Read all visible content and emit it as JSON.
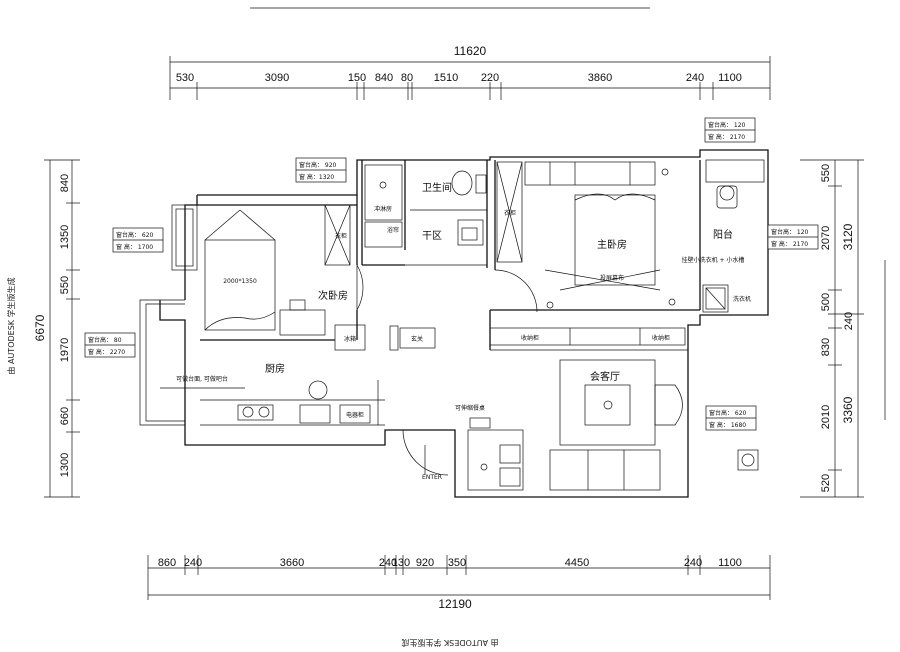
{
  "watermark": {
    "left": "由 AUTODESK 学生版生成",
    "bottom": "由 AUTODESK 学生版生成"
  },
  "top_dims": {
    "total": "11620",
    "segments": [
      "530",
      "3090",
      "150",
      "840",
      "80",
      "1510",
      "220",
      "3860",
      "240",
      "1100"
    ]
  },
  "bottom_dims": {
    "total": "12190",
    "segments": [
      "860",
      "240",
      "3660",
      "240",
      "130",
      "920",
      "350",
      "4450",
      "240",
      "1100"
    ]
  },
  "left_dims": {
    "total": "6670",
    "segments": [
      "840",
      "1350",
      "550",
      "1970",
      "660",
      "1300"
    ]
  },
  "right_dims": {
    "inner": [
      "550",
      "2070",
      "500",
      "240",
      "830",
      "2010",
      "520"
    ],
    "outer": [
      "3120",
      "3360"
    ]
  },
  "rooms": {
    "bath": "卫生间",
    "dry": "干区",
    "shower": "冲淋房",
    "bathtub": "浴帘",
    "bedroom2": "次卧房",
    "master": "主卧房",
    "balcony": "阳台",
    "kitchen": "厨房",
    "living": "会客厅"
  },
  "labels": {
    "bed_size": "2000*1350",
    "wardrobe2": "衣柜",
    "wardrobe1": "衣柜",
    "fridge": "冰箱",
    "entry_cab": "玄关",
    "storage1": "收纳柜",
    "storage2": "收纳柜",
    "projector": "投屏幕布",
    "washer_wall": "挂壁小洗衣机 + 小水槽",
    "washer": "洗衣机",
    "bar_note": "可做台面, 可做吧台",
    "elec_cab": "电器柜",
    "ext_table": "可伸缩餐桌",
    "enter": "ENTER"
  },
  "window_notes": [
    {
      "sill": "窗台高： 920",
      "height": "窗   高：1320"
    },
    {
      "sill": "窗台高： 120",
      "height": "窗   高： 2170"
    },
    {
      "sill": "窗台高： 620",
      "height": "窗   高： 1700"
    },
    {
      "sill": "窗台高： 120",
      "height": "窗   高： 2170"
    },
    {
      "sill": "窗台高： 80",
      "height": "窗   高： 2270"
    },
    {
      "sill": "窗台高： 620",
      "height": "窗   高： 1680"
    }
  ]
}
